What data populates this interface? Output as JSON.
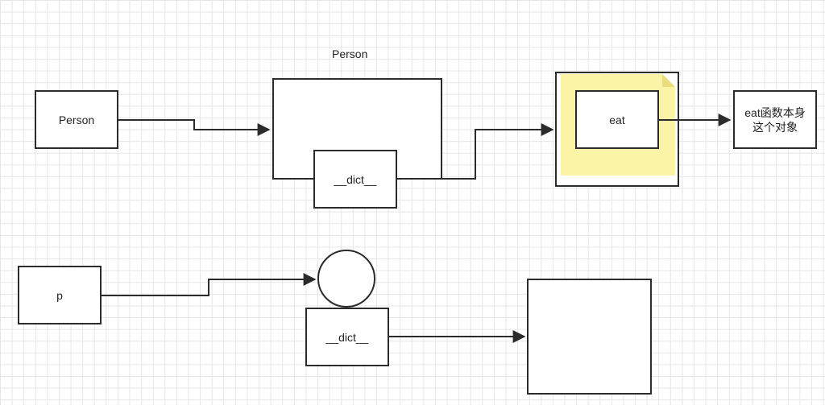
{
  "diagram": {
    "nodes": {
      "person_box": "Person",
      "person_class_title": "Person",
      "class_dict": "__dict__",
      "eat_box": "eat",
      "eat_func_line1": "eat函数本身",
      "eat_func_line2": "这个对象",
      "p_box": "p",
      "instance_dict": "__dict__"
    },
    "colors": {
      "stroke": "#2b2b2b",
      "note_fill": "#fbf3a6",
      "note_fold": "#e9dc7a"
    }
  }
}
